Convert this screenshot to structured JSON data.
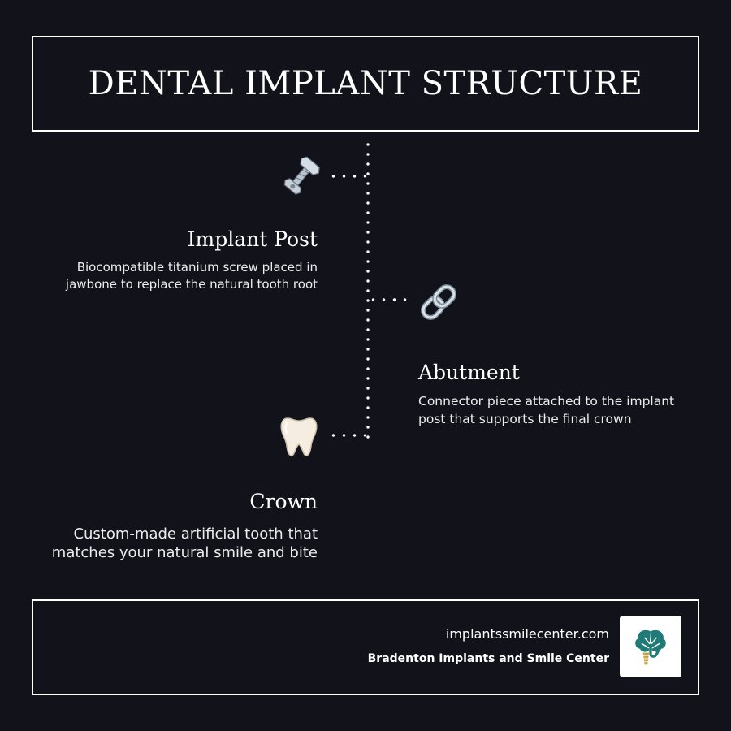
{
  "header": {
    "title": "DENTAL IMPLANT STRUCTURE"
  },
  "steps": [
    {
      "id": "implant-post",
      "icon": "nut-and-bolt-icon",
      "title": "Implant Post",
      "description_lines": [
        "Biocompatible titanium screw placed in",
        "jawbone to replace the natural tooth root"
      ]
    },
    {
      "id": "abutment",
      "icon": "chain-link-icon",
      "title": "Abutment",
      "description_lines": [
        "Connector piece attached to the implant",
        "post that supports the final crown"
      ]
    },
    {
      "id": "crown",
      "icon": "tooth-icon",
      "title": "Crown",
      "description_lines": [
        "Custom-made artificial tooth that",
        "matches your natural smile and bite"
      ]
    }
  ],
  "footer": {
    "website": "implantssmilecenter.com",
    "company": "Bradenton Implants and Smile Center",
    "logo_icon": "tree-tooth-logo-icon"
  },
  "colors": {
    "background": "#12131a",
    "text": "#ffffff",
    "logo_teal": "#1f7a78",
    "logo_gold": "#c9a44a"
  }
}
